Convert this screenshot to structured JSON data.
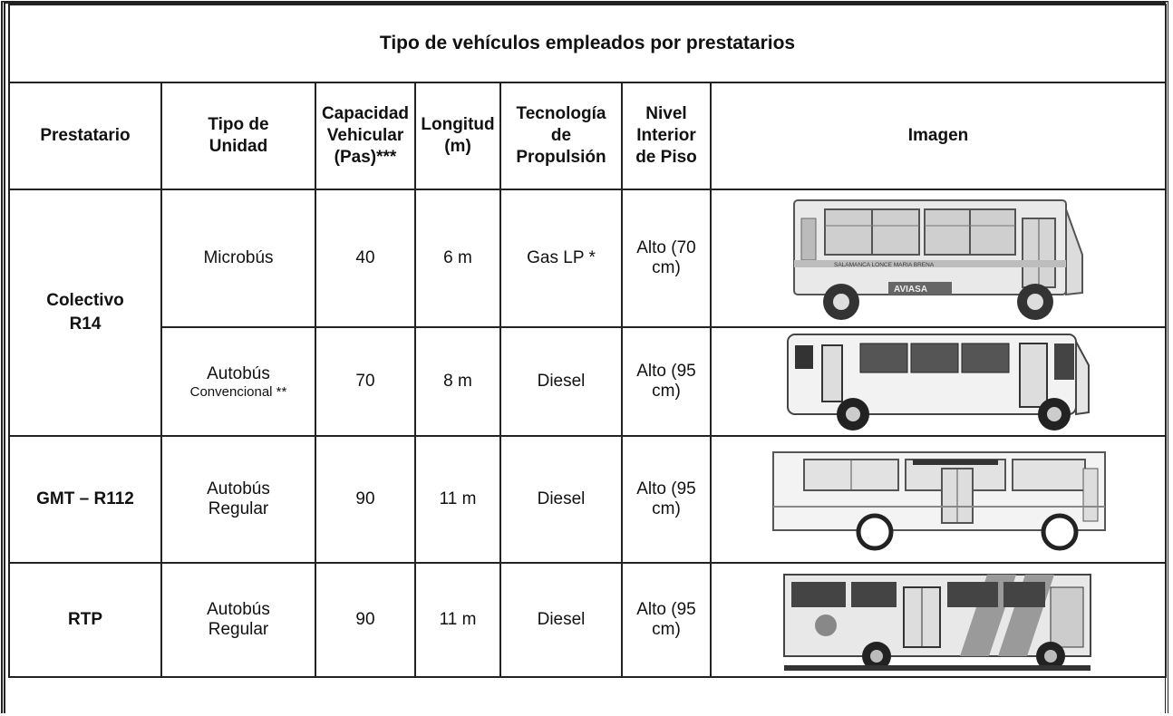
{
  "table": {
    "title": "Tipo de vehículos empleados por prestatarios",
    "headers": {
      "prestatario": "Prestatario",
      "tipo": "Tipo de Unidad",
      "capacidad": "Capacidad Vehicular (Pas)***",
      "longitud": "Longitud (m)",
      "tecnologia": "Tecnología de Propulsión",
      "nivel": "Nivel Interior de Piso",
      "imagen": "Imagen"
    },
    "groups": [
      {
        "prestatario": "Colectivo R14"
      },
      {
        "prestatario": "GMT – R112"
      },
      {
        "prestatario": "RTP"
      }
    ],
    "rows": [
      {
        "tipo": "Microbús",
        "tipo_note": "",
        "capacidad": "40",
        "longitud": "6 m",
        "tecnologia": "Gas LP *",
        "nivel": "Alto (70 cm)",
        "imagen_icon": "microbus-image",
        "bus_text": "SALAMANCA LONCE MARIA BRENA",
        "bus_brand": "AVIASA"
      },
      {
        "tipo": "Autobús",
        "tipo_note": "Convencional **",
        "capacidad": "70",
        "longitud": "8 m",
        "tecnologia": "Diesel",
        "nivel": "Alto (95 cm)",
        "imagen_icon": "conventional-bus-image"
      },
      {
        "tipo": "Autobús Regular",
        "tipo_note": "",
        "capacidad": "90",
        "longitud": "11 m",
        "tecnologia": "Diesel",
        "nivel": "Alto (95 cm)",
        "imagen_icon": "regular-bus-image"
      },
      {
        "tipo": "Autobús Regular",
        "tipo_note": "",
        "capacidad": "90",
        "longitud": "11 m",
        "tecnologia": "Diesel",
        "nivel": "Alto (95 cm)",
        "imagen_icon": "rtp-bus-image"
      }
    ]
  }
}
